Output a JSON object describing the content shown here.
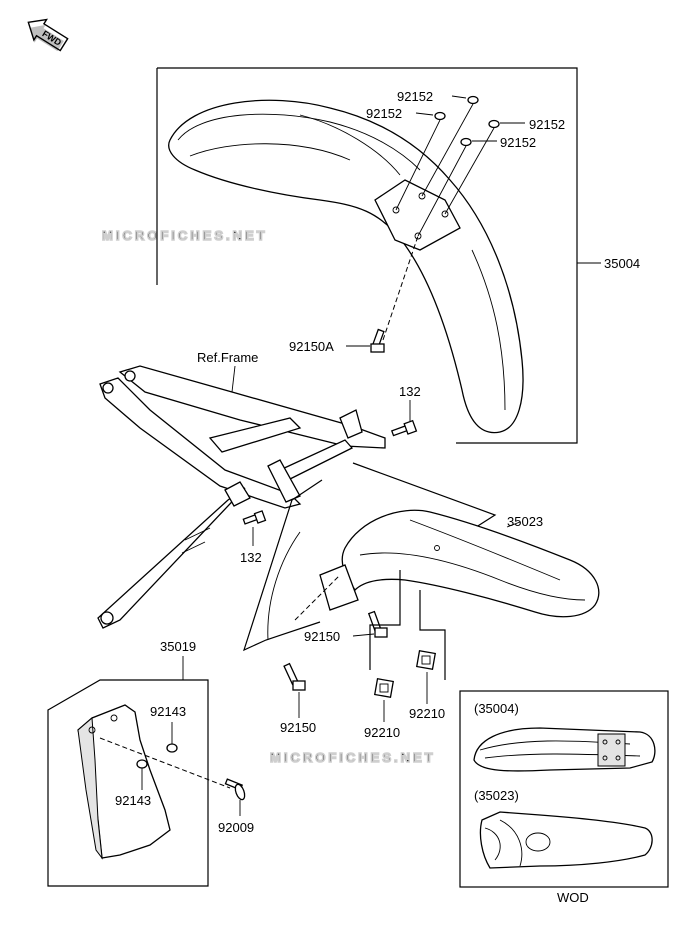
{
  "direction_marker": "FWD",
  "watermark": "MICROFICHES.NET",
  "callouts": {
    "washer_92152_a": "92152",
    "washer_92152_b": "92152",
    "washer_92152_c": "92152",
    "washer_92152_d": "92152",
    "front_fender": "35004",
    "bolt_92150a": "92150A",
    "ref_frame": "Ref.Frame",
    "bolt_132_upper": "132",
    "bolt_132_lower": "132",
    "rear_fender": "35023",
    "mud_flap": "35019",
    "bolt_92150_upper": "92150",
    "bolt_92150_lower": "92150",
    "washer_92143_upper": "92143",
    "washer_92143_lower": "92143",
    "screw_92009": "92009",
    "nut_92210_left": "92210",
    "nut_92210_right": "92210"
  },
  "variant_inset": {
    "front_label": "(35004)",
    "rear_label": "(35023)",
    "caption": "WOD"
  }
}
